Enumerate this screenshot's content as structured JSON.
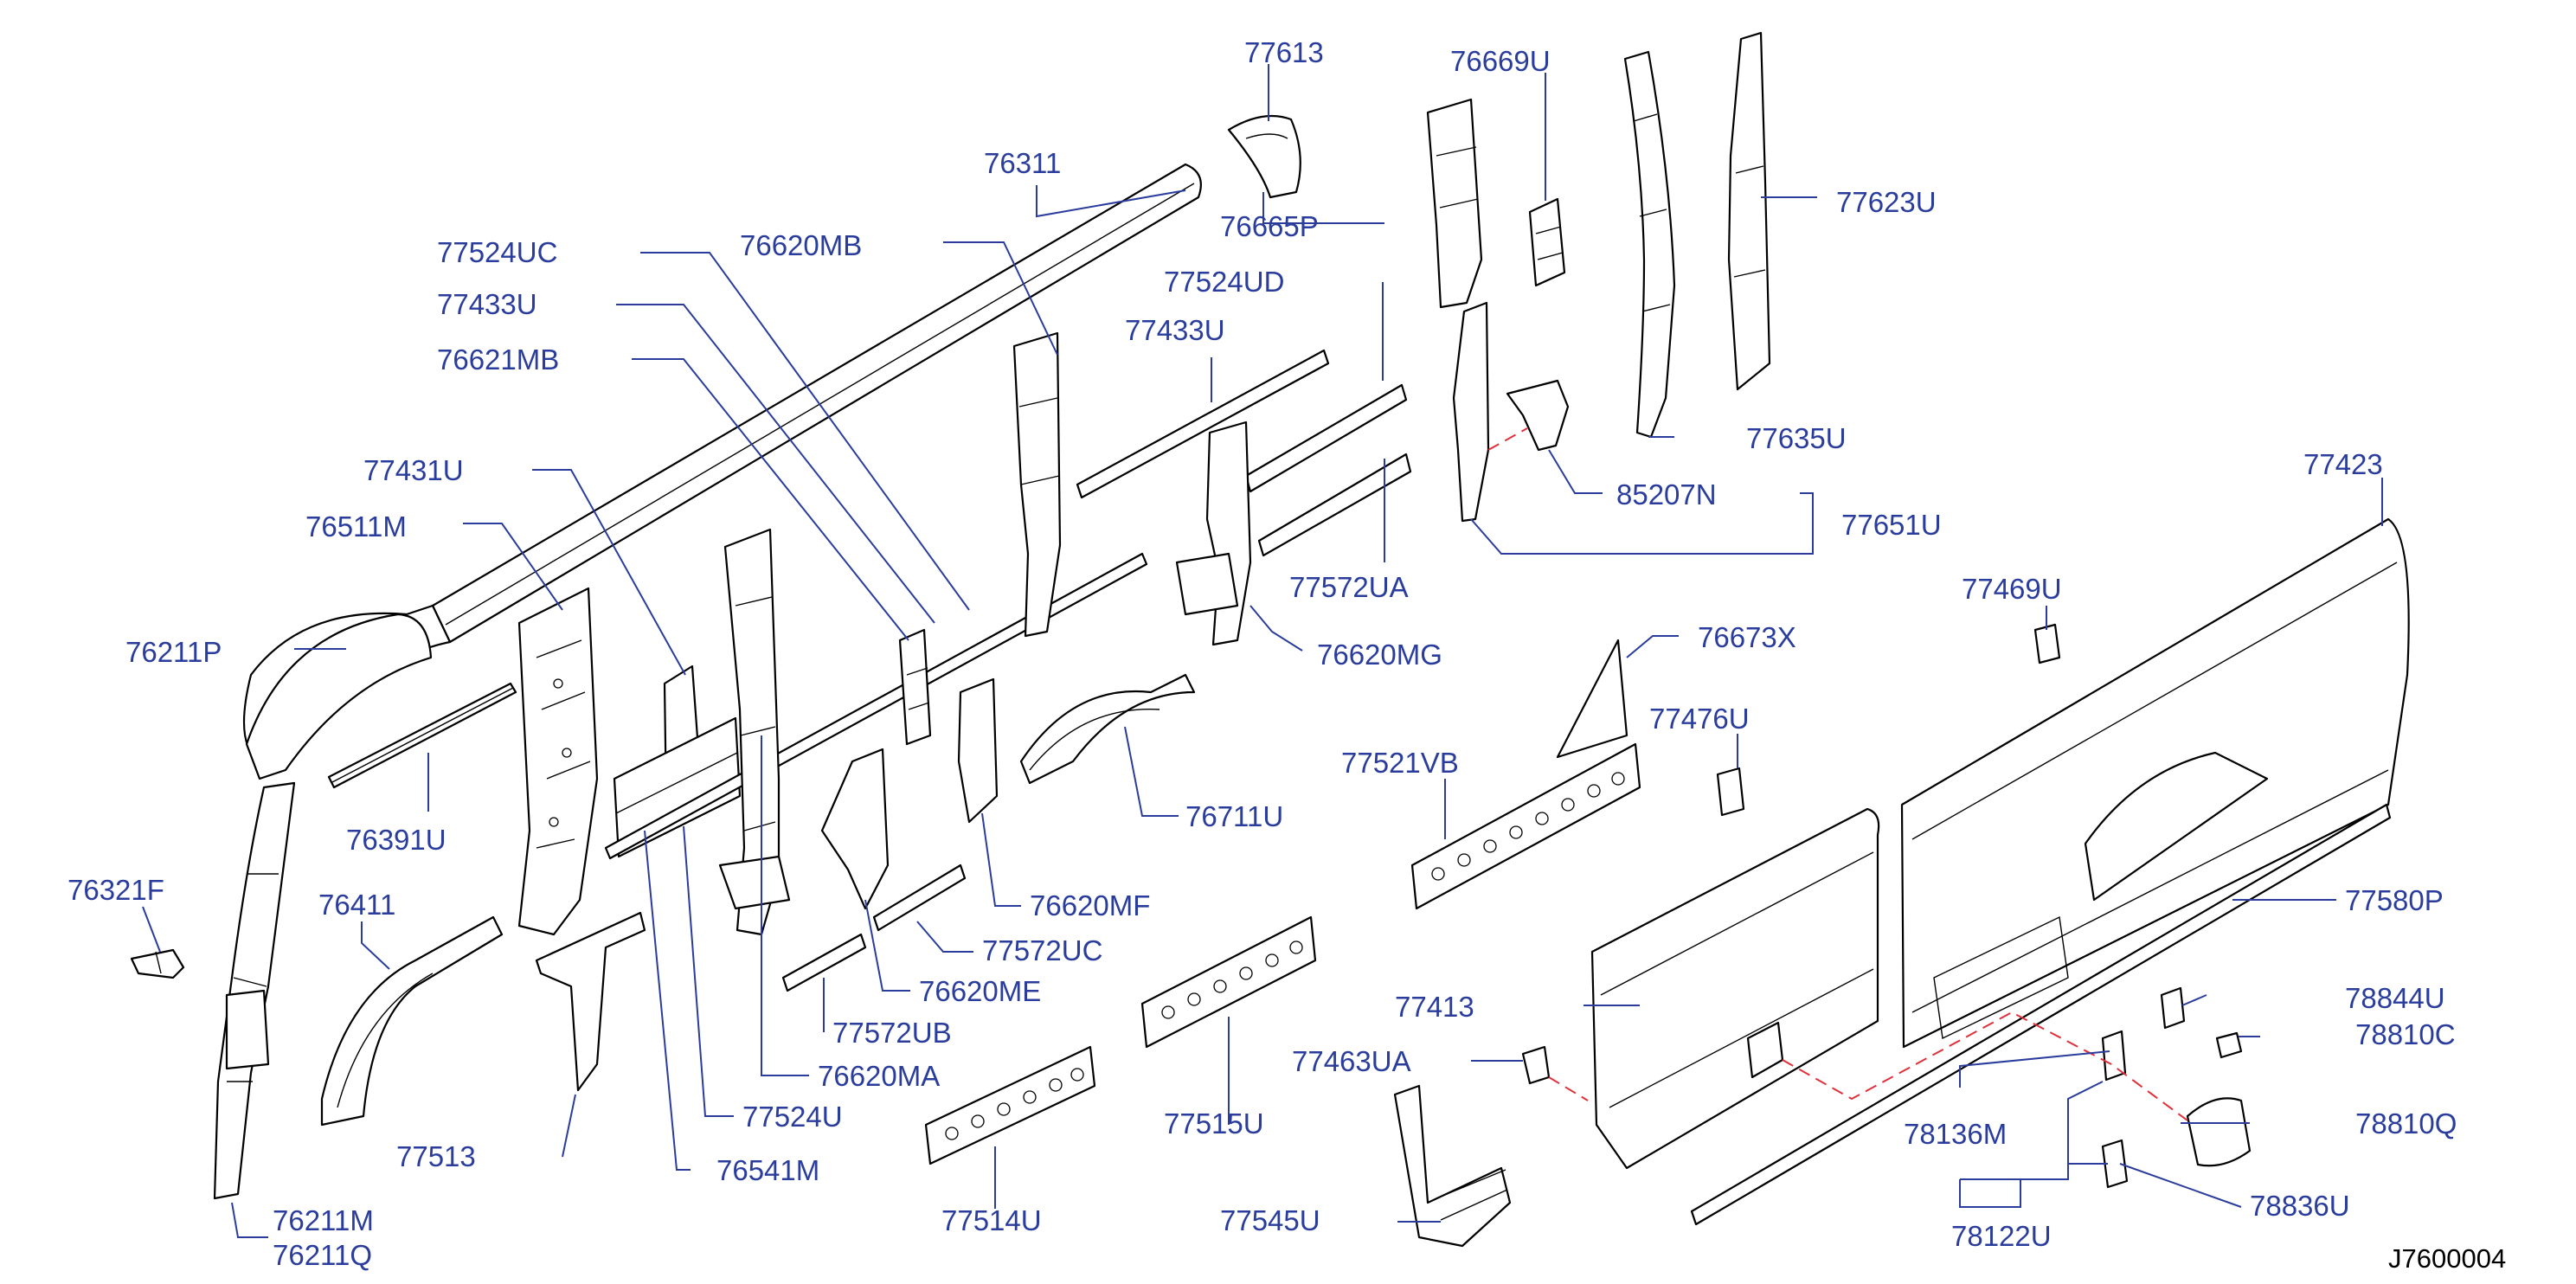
{
  "colors": {
    "label": "#2a3d9c",
    "linework": "#000000",
    "dashed_line": "#e0303a",
    "background": "#ffffff"
  },
  "labels": {
    "p77613": "77613",
    "p76669U": "76669U",
    "p76311": "76311",
    "p77623U": "77623U",
    "p76665P": "76665P",
    "p77524UC": "77524UC",
    "p76620MB": "76620MB",
    "p77524UD": "77524UD",
    "p77433U_top": "77433U",
    "p77433U_left": "77433U",
    "p76621MB": "76621MB",
    "p77635U": "77635U",
    "p77423": "77423",
    "p77431U": "77431U",
    "p85207N": "85207N",
    "p77651U": "77651U",
    "p76511M": "76511M",
    "p77572UA": "77572UA",
    "p77469U": "77469U",
    "p76211P": "76211P",
    "p76620MG": "76620MG",
    "p76673X": "76673X",
    "p77476U": "77476U",
    "p76391U": "76391U",
    "p77521VB": "77521VB",
    "p76711U": "76711U",
    "p76321F": "76321F",
    "p76411": "76411",
    "p76620MF": "76620MF",
    "p77580P": "77580P",
    "p77572UC": "77572UC",
    "p76620ME": "76620ME",
    "p78844U": "78844U",
    "p77413": "77413",
    "p78810C": "78810C",
    "p77572UB": "77572UB",
    "p77463UA": "77463UA",
    "p76620MA": "76620MA",
    "p78810Q": "78810Q",
    "p77524U": "77524U",
    "p77515U": "77515U",
    "p78136M": "78136M",
    "p77513": "77513",
    "p76541M": "76541M",
    "p78836U": "78836U",
    "p77514U": "77514U",
    "p77545U": "77545U",
    "p78122U": "78122U",
    "p76211M": "76211M",
    "p76211Q": "76211Q"
  },
  "diagram_id": "J7600004"
}
